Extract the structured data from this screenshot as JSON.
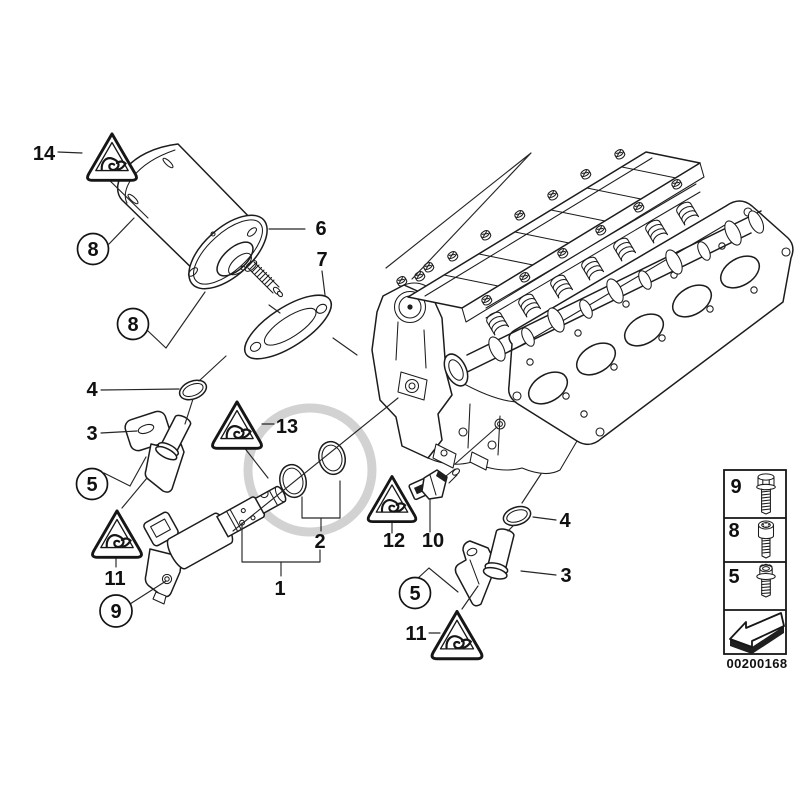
{
  "diagram": {
    "background": "#ffffff",
    "ink_color": "#1c1c1c",
    "watermark_color": "#d2d2d2"
  },
  "callouts": {
    "n14": "14",
    "n8a": "8",
    "n8b": "8",
    "n6": "6",
    "n7": "7",
    "n4l": "4",
    "n3l": "3",
    "n5l": "5",
    "n13": "13",
    "n2": "2",
    "n12": "12",
    "n10": "10",
    "n1": "1",
    "n11l": "11",
    "n9": "9",
    "n4r": "4",
    "n3r": "3",
    "n5r": "5",
    "n11r": "11"
  },
  "warning_triangles": [
    "14",
    "13",
    "11",
    "12",
    "11"
  ],
  "legend": {
    "rows": [
      {
        "num": "9",
        "icon": "hex-head-bolt-icon"
      },
      {
        "num": "8",
        "icon": "socket-head-screw-icon"
      },
      {
        "num": "5",
        "icon": "flange-screw-icon"
      }
    ],
    "arrow": "direction-arrow-icon",
    "code": "00200168"
  }
}
